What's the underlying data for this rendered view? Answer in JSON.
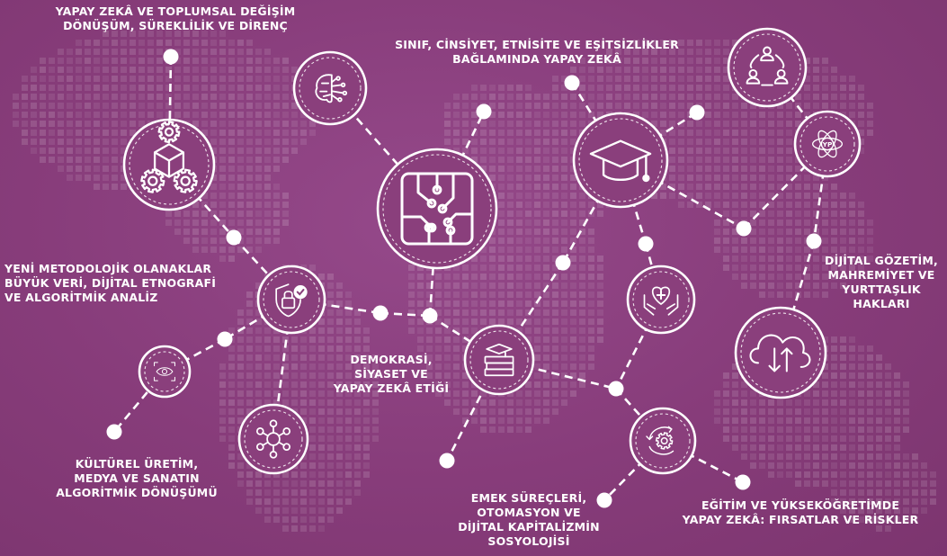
{
  "colors": {
    "background": "#8a3f7c",
    "foreground": "#ffffff"
  },
  "topics": {
    "ai_society": [
      "YAPAY ZEKÂ VE TOPLUMSAL DEĞİŞİM",
      "DÖNÜŞÜM, SÜREKLİLİK VE DİRENÇ"
    ],
    "class_gender": [
      "SINIF, CİNSİYET, ETNİSİTE VE EŞİTSİZLİKLER",
      "BAĞLAMINDA YAPAY ZEKÂ"
    ],
    "methods": [
      "YENİ METODOLOJİK OLANAKLAR",
      "BÜYÜK VERİ, DİJİTAL ETNOGRAFİ",
      "VE ALGORİTMİK ANALİZ"
    ],
    "democracy": [
      "DEMOKRASİ,",
      "SİYASET VE",
      "YAPAY ZEKÂ ETİĞİ"
    ],
    "surveillance": [
      "DİJİTAL GÖZETİM,",
      "MAHREMİYET VE",
      "YURTTAŞLIK",
      "HAKLARI"
    ],
    "culture": [
      "KÜLTÜREL ÜRETİM,",
      "MEDYA VE SANATIN",
      "ALGORİTMİK DÖNÜŞÜMÜ"
    ],
    "labor": [
      "EMEK SÜREÇLERİ,",
      "OTOMASYON VE",
      "DİJİTAL KAPİTALİZMİN",
      "SOSYOLOJİSİ"
    ],
    "education": [
      "EĞİTİM VE YÜKSEKÖĞRETİMDE",
      "YAPAY ZEKÂ: FIRSATLAR VE RİSKLER"
    ]
  },
  "icons": {
    "top_left": "gears-box-icon",
    "brain": "brain-circuit-icon",
    "chip": "circuit-chip-icon",
    "grad_cap": "graduation-cap-icon",
    "people_cycle": "people-network-icon",
    "atom": "atom-yp-icon",
    "yp_text": "YP",
    "shield": "shield-lock-icon",
    "eye": "eye-scan-icon",
    "network": "network-node-icon",
    "books": "books-graduation-icon",
    "care": "hands-heart-icon",
    "gear_cycle": "gear-cycle-icon",
    "cloud": "cloud-sync-icon"
  }
}
